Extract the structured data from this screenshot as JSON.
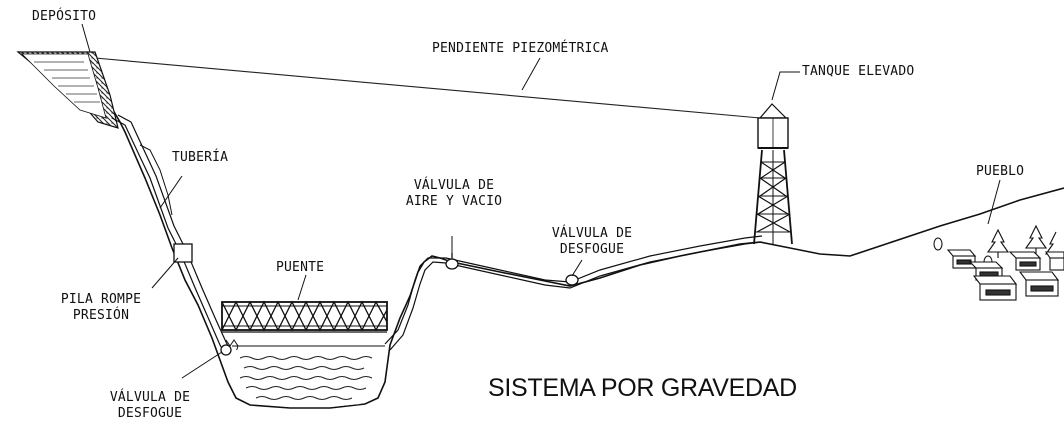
{
  "title": "SISTEMA POR GRAVEDAD",
  "labels": {
    "deposito": "DEPÓSITO",
    "pendiente": "PENDIENTE PIEZOMÉTRICA",
    "tanque": "TANQUE ELEVADO",
    "tuberia": "TUBERÍA",
    "valvula_aire_1": "VÁLVULA DE",
    "valvula_aire_2": "AIRE Y VACIO",
    "valvula_desfogue_1": "VÁLVULA DE",
    "valvula_desfogue_2": "DESFOGUE",
    "pueblo": "PUEBLO",
    "puente": "PUENTE",
    "pila_1": "PILA ROMPE",
    "pila_2": "PRESIÓN",
    "valvula_baja_1": "VÁLVULA DE",
    "valvula_baja_2": "DESFOGUE"
  }
}
